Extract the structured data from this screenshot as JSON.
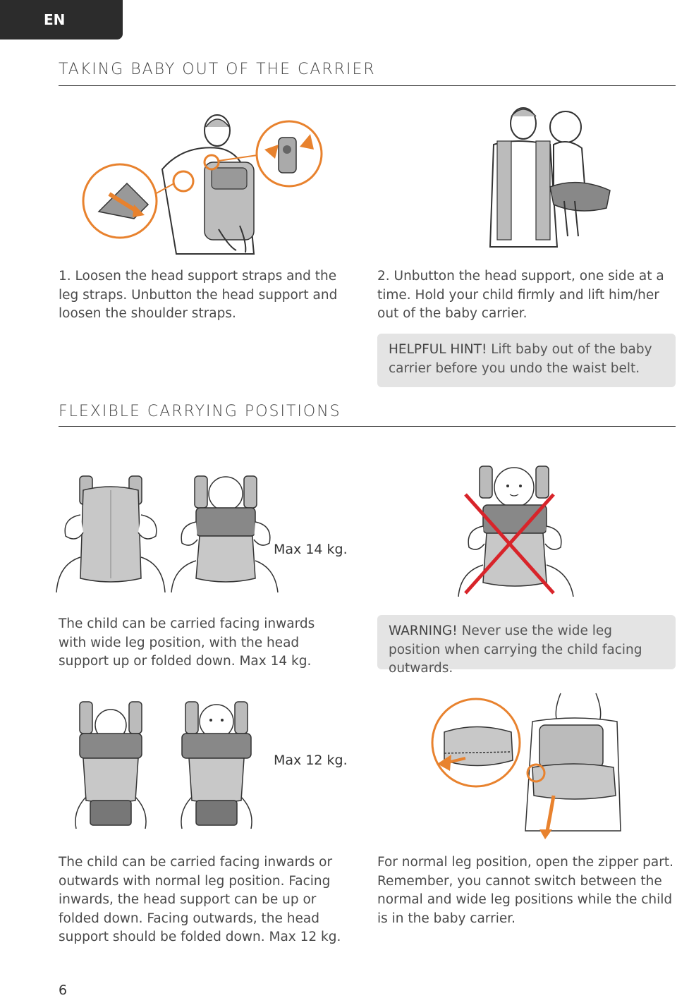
{
  "lang_tab": "EN",
  "sections": {
    "taking_out": {
      "title": "TAKING BABY OUT OF THE CARRIER",
      "step1": "1. Loosen the head support straps and the leg straps. Unbutton the head support and loosen the shoulder straps.",
      "step2": "2. Unbutton the head support, one side at a time. Hold your child firmly and lift him/her out of the baby carrier.",
      "hint_lead": "HELPFUL HINT!",
      "hint_text": " Lift baby out of the baby carrier before you undo the waist belt."
    },
    "flexible": {
      "title": "FLEXIBLE CARRYING POSITIONS",
      "max_wide": "Max 14 kg.",
      "wide_text": "The child can be carried facing inwards with wide leg position, with the head support up or folded down. Max 14 kg.",
      "warning_lead": "WARNING!",
      "warning_text": " Never use the wide leg position when carrying the child facing outwards.",
      "max_normal": "Max 12 kg.",
      "normal_text": "The child can be carried facing inwards or outwards with normal leg position. Facing inwards, the head support can be up or folded down. Facing outwards, the head support should be folded down. Max 12 kg.",
      "zipper_text": "For normal leg position, open the zipper part. Remember, you cannot switch between the normal and wide leg positions while the child is in the baby carrier."
    }
  },
  "page_number": "6",
  "colors": {
    "accent_orange": "#e8822e",
    "warning_red": "#d8242a",
    "hint_bg": "#e4e4e4",
    "tab_bg": "#2c2c2c"
  }
}
